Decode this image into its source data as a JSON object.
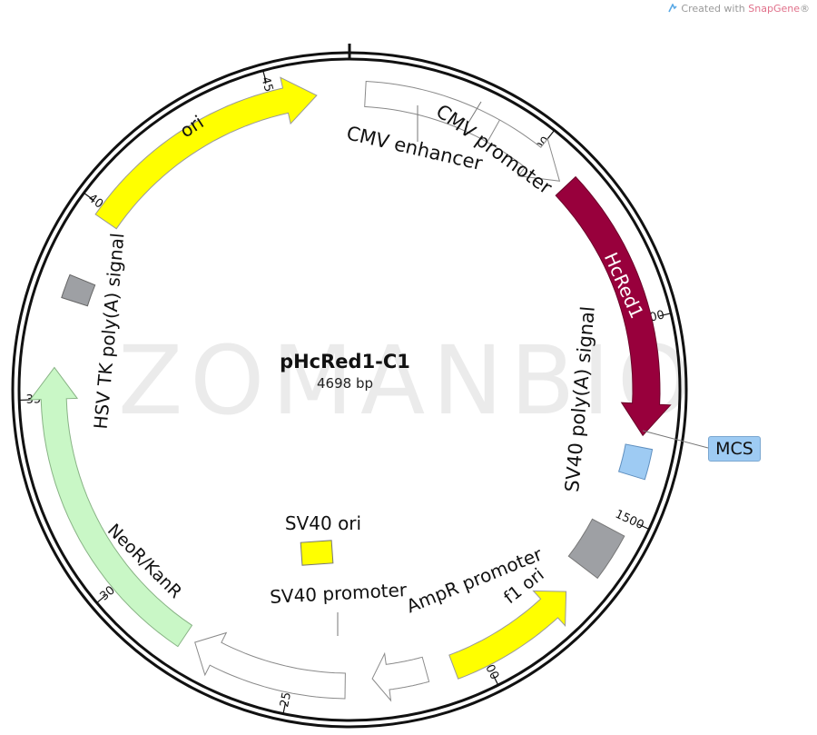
{
  "credit": {
    "prefix": "Created with ",
    "brand": "SnapGene",
    "suffix": "®"
  },
  "watermark": "ZOMANBIO",
  "plasmid": {
    "name": "pHcRed1-C1",
    "size": "4698 bp"
  },
  "ticks": [
    "500",
    "1000",
    "1500",
    "2000",
    "2500",
    "3000",
    "3500",
    "4000",
    "4500"
  ],
  "features": {
    "cmv_enhancer": "CMV enhancer",
    "cmv_promoter": "CMV promoter",
    "hcred1": "HcRed1",
    "mcs": "MCS",
    "sv40_polya": "SV40 poly(A) signal",
    "f1_ori": "f1 ori",
    "ampr_promoter": "AmpR promoter",
    "sv40_ori": "SV40 ori",
    "sv40_promoter": "SV40 promoter",
    "neor": "NeoR/KanR",
    "hsv_polya": "HSV TK poly(A) signal",
    "ori": "ori"
  },
  "colors": {
    "hcred1": "#98003c",
    "yellow": "#ffff00",
    "neor": "#c9f7c6",
    "mcs": "#9ecbf3",
    "grey": "#9ea0a4",
    "promoter": "#ffffff",
    "ring": "#111111"
  }
}
